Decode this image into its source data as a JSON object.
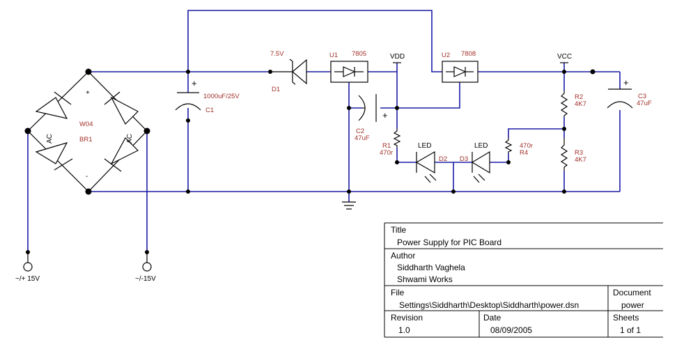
{
  "components": {
    "bridge": {
      "label1": "W04",
      "label2": "BR1",
      "plus": "+",
      "minus": "-",
      "ac": "AC"
    },
    "c1": {
      "value": "1000uF/25V",
      "ref": "C1",
      "pol": "+"
    },
    "d1": {
      "value": "7.5V",
      "ref": "D1"
    },
    "u1": {
      "ref": "U1",
      "value": "7805"
    },
    "u2": {
      "ref": "U2",
      "value": "7808"
    },
    "vdd": "VDD",
    "vcc": "VCC",
    "c2": {
      "ref": "C2",
      "value": "47uF",
      "pol": "+"
    },
    "r1": {
      "ref": "R1",
      "value": "470r"
    },
    "d2": {
      "ref": "D2",
      "type": "LED"
    },
    "d3": {
      "ref": "D3",
      "type": "LED"
    },
    "r4": {
      "ref": "R4",
      "value": "470r"
    },
    "r2": {
      "ref": "R2",
      "value": "4K7"
    },
    "r3": {
      "ref": "R3",
      "value": "4K7"
    },
    "c3": {
      "ref": "C3",
      "value": "47uF",
      "pol": "+"
    },
    "in1": "~/+ 15V",
    "in2": "~/-15V"
  },
  "title_block": {
    "title_label": "Title",
    "title": "Power Supply for PIC Board",
    "author_label": "Author",
    "author": "Siddharth Vaghela",
    "company": "Shwami Works",
    "file_label": "File",
    "file": "Settings\\Siddharth\\Desktop\\Siddharth\\power.dsn",
    "document_label": "Document",
    "document": "power",
    "revision_label": "Revision",
    "revision": "1.0",
    "date_label": "Date",
    "date": "08/09/2005",
    "sheets_label": "Sheets",
    "sheets": "1 of 1"
  }
}
